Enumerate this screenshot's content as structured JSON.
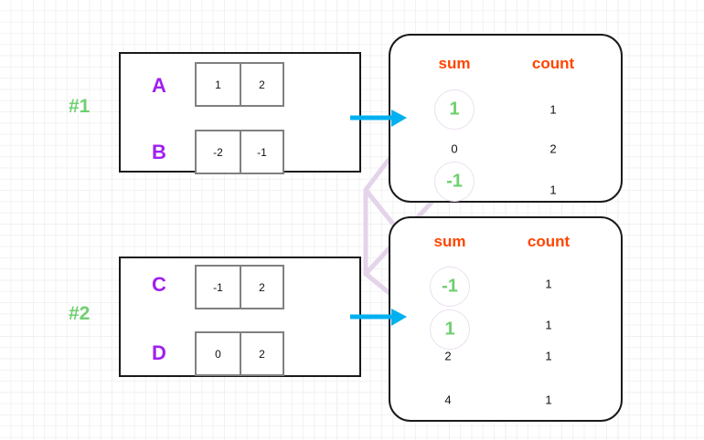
{
  "diagram": {
    "title": "shuffle-sum-count-diagram",
    "colors": {
      "grid_minor": "#f2f2f4",
      "grid_major": "#e6e6ea",
      "group_label": "#6fcf6f",
      "row_label": "#a020f0",
      "header": "#ff4500",
      "highlight": "#6fcf6f",
      "arrow": "#00b0f0",
      "link": "#e3d4ea",
      "block_border": "#1a1a1a",
      "cell_border": "#808080"
    },
    "groups": [
      {
        "name": "group-1",
        "label": "#1",
        "rows": [
          {
            "label": "A",
            "cells": [
              "1",
              "2"
            ]
          },
          {
            "label": "B",
            "cells": [
              "-2",
              "-1"
            ]
          }
        ]
      },
      {
        "name": "group-2",
        "label": "#2",
        "rows": [
          {
            "label": "C",
            "cells": [
              "-1",
              "2"
            ]
          },
          {
            "label": "D",
            "cells": [
              "0",
              "2"
            ]
          }
        ]
      }
    ],
    "tables": [
      {
        "name": "agg-table-1",
        "headers": [
          "sum",
          "count"
        ],
        "rows": [
          {
            "sum": "1",
            "count": "1",
            "highlight": true
          },
          {
            "sum": "0",
            "count": "2",
            "highlight": false
          },
          {
            "sum": "-1",
            "count": "1",
            "highlight": true
          }
        ]
      },
      {
        "name": "agg-table-2",
        "headers": [
          "sum",
          "count"
        ],
        "rows": [
          {
            "sum": "-1",
            "count": "1",
            "highlight": true
          },
          {
            "sum": "1",
            "count": "1",
            "highlight": true
          },
          {
            "sum": "2",
            "count": "1",
            "highlight": false
          },
          {
            "sum": "4",
            "count": "1",
            "highlight": false
          }
        ]
      }
    ],
    "arrows": [
      {
        "name": "flow-arrow-1",
        "from": "group-1",
        "to": "agg-table-1"
      },
      {
        "name": "flow-arrow-2",
        "from": "group-2",
        "to": "agg-table-2"
      }
    ],
    "links": [
      {
        "name": "link-sum-1",
        "from": "agg-table-1.row-1",
        "to": "agg-table-2.row-2"
      },
      {
        "name": "link-sum-minus-1",
        "from": "agg-table-1.row-3",
        "to": "agg-table-2.row-1"
      }
    ]
  }
}
